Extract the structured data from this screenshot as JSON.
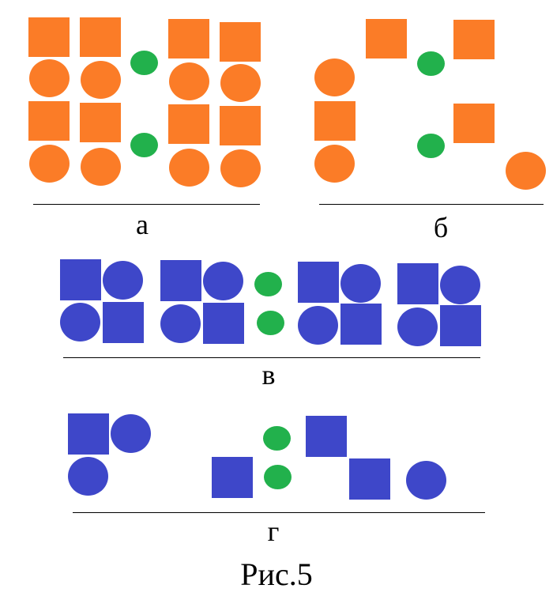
{
  "colors": {
    "orange": "#fb7c27",
    "blue": "#3e47c9",
    "green": "#22b14c"
  },
  "panels": [
    {
      "id": "a",
      "label": "а"
    },
    {
      "id": "b",
      "label": "б"
    },
    {
      "id": "v",
      "label": "в"
    },
    {
      "id": "g",
      "label": "г"
    }
  ],
  "caption": "Рис.5"
}
